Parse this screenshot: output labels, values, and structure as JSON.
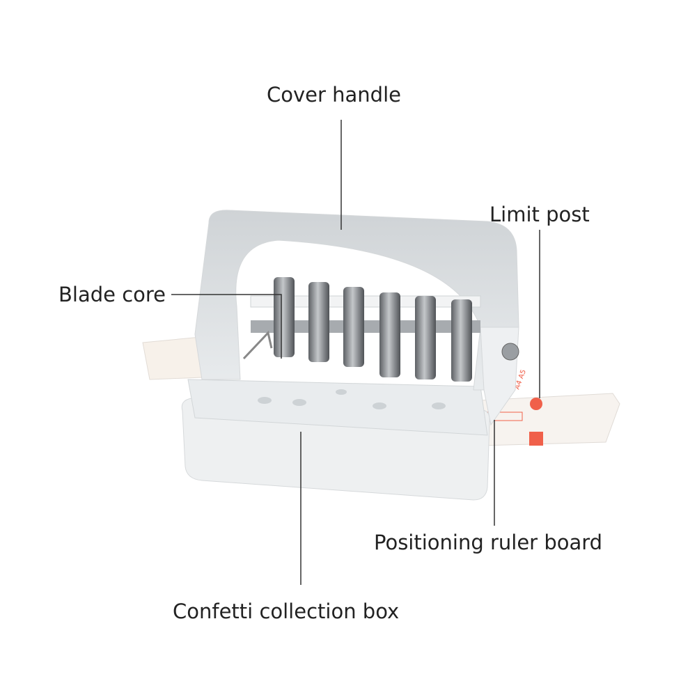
{
  "labels": {
    "cover_handle": "Cover handle",
    "limit_post": "Limit post",
    "blade_core": "Blade core",
    "positioning_ruler_board": "Positioning ruler board",
    "confetti_collection_box": "Confetti collection box"
  },
  "colors": {
    "accent": "#f0604a",
    "body": "#eceeee",
    "metal": "#8a8d90"
  }
}
